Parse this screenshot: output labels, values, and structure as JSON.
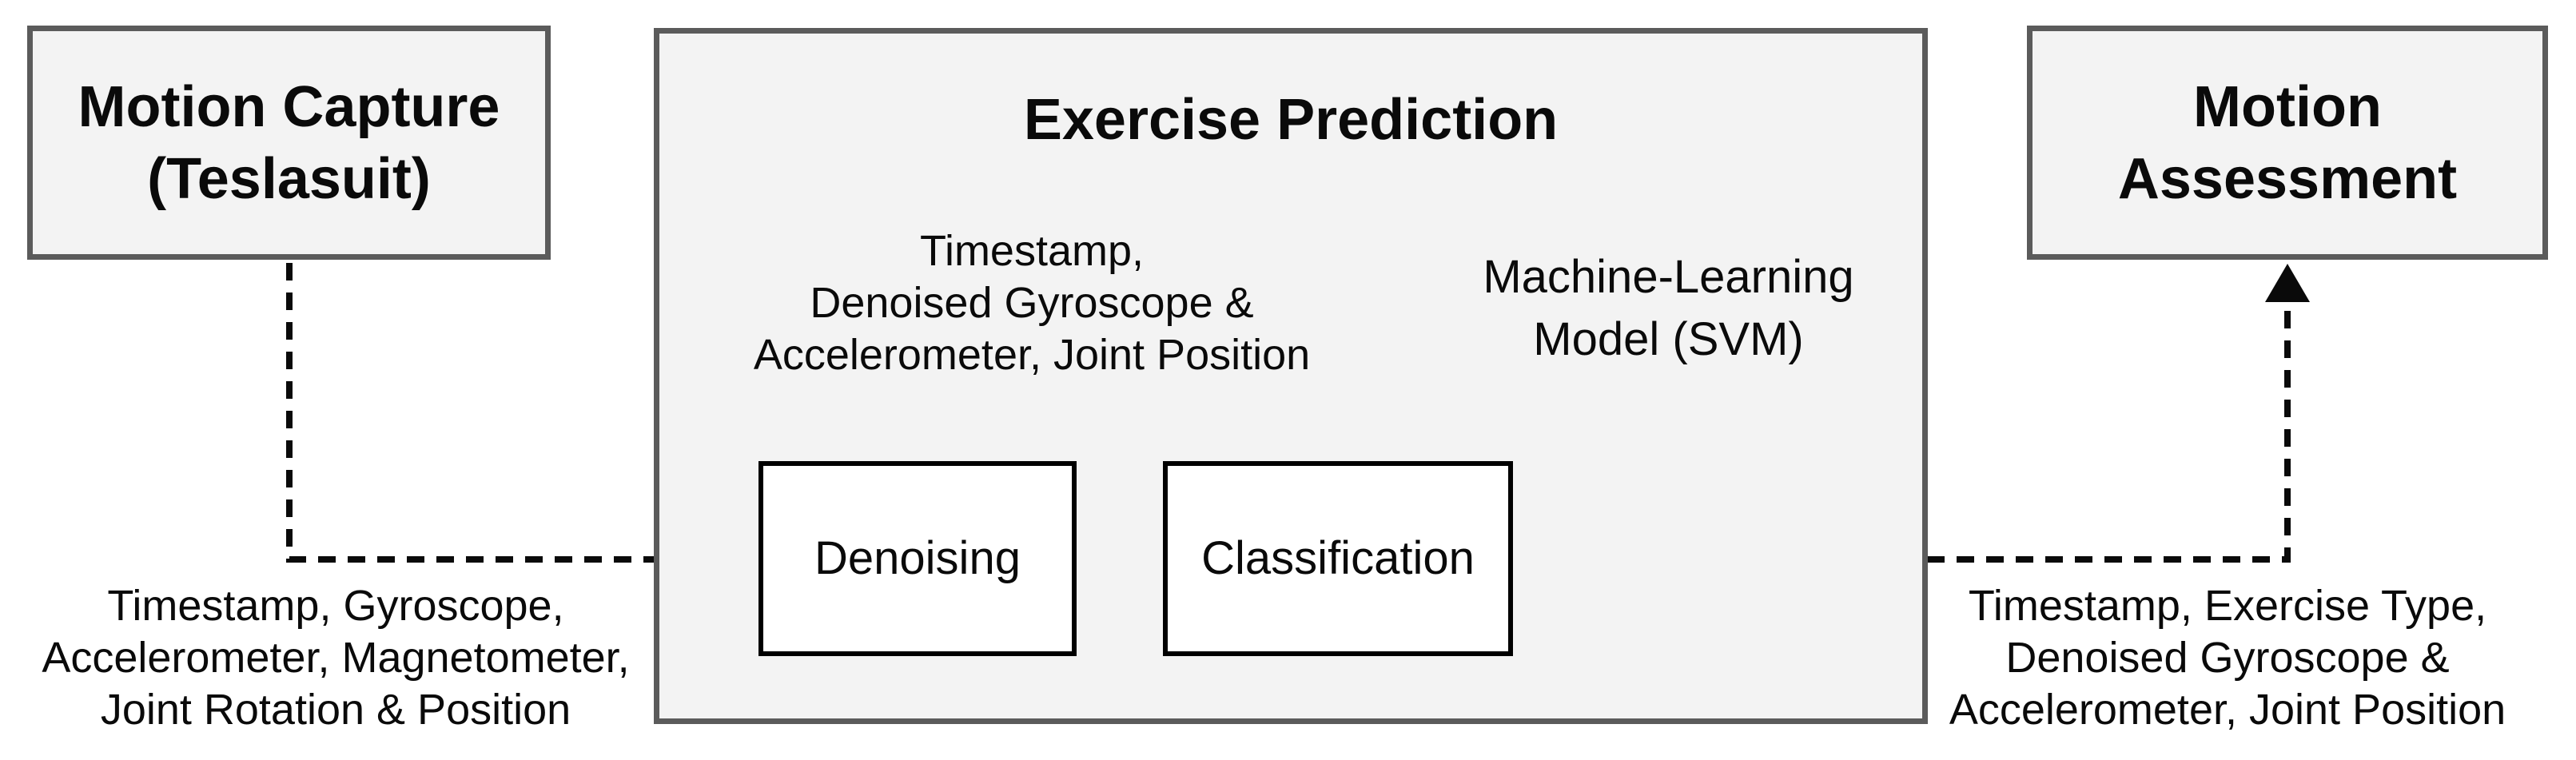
{
  "diagram": {
    "boxes": {
      "motion_capture": {
        "line1": "Motion Capture",
        "line2": "(Teslasuit)"
      },
      "exercise_prediction": {
        "title": "Exercise Prediction"
      },
      "motion_assessment": {
        "line1": "Motion",
        "line2": "Assessment"
      },
      "denoising": {
        "label": "Denoising"
      },
      "classification": {
        "label": "Classification"
      },
      "ml_model": {
        "line1": "Machine-Learning",
        "line2": "Model (SVM)"
      }
    },
    "labels": {
      "denoised_stream": {
        "line1": "Timestamp,",
        "line2": "Denoised Gyroscope &",
        "line3": "Accelerometer, Joint Position"
      },
      "raw_stream": {
        "line1": "Timestamp, Gyroscope,",
        "line2": "Accelerometer, Magnetometer,",
        "line3": "Joint Rotation & Position"
      },
      "output_stream": {
        "line1": "Timestamp, Exercise Type,",
        "line2": "Denoised Gyroscope &",
        "line3": "Accelerometer, Joint Position"
      }
    },
    "colors": {
      "background": "#ffffff",
      "outer_box_fill": "#f3f3f3",
      "outer_box_border": "#5b5b5b",
      "inner_box_fill": "#ffffff",
      "line_color": "#0a0a0a"
    }
  }
}
